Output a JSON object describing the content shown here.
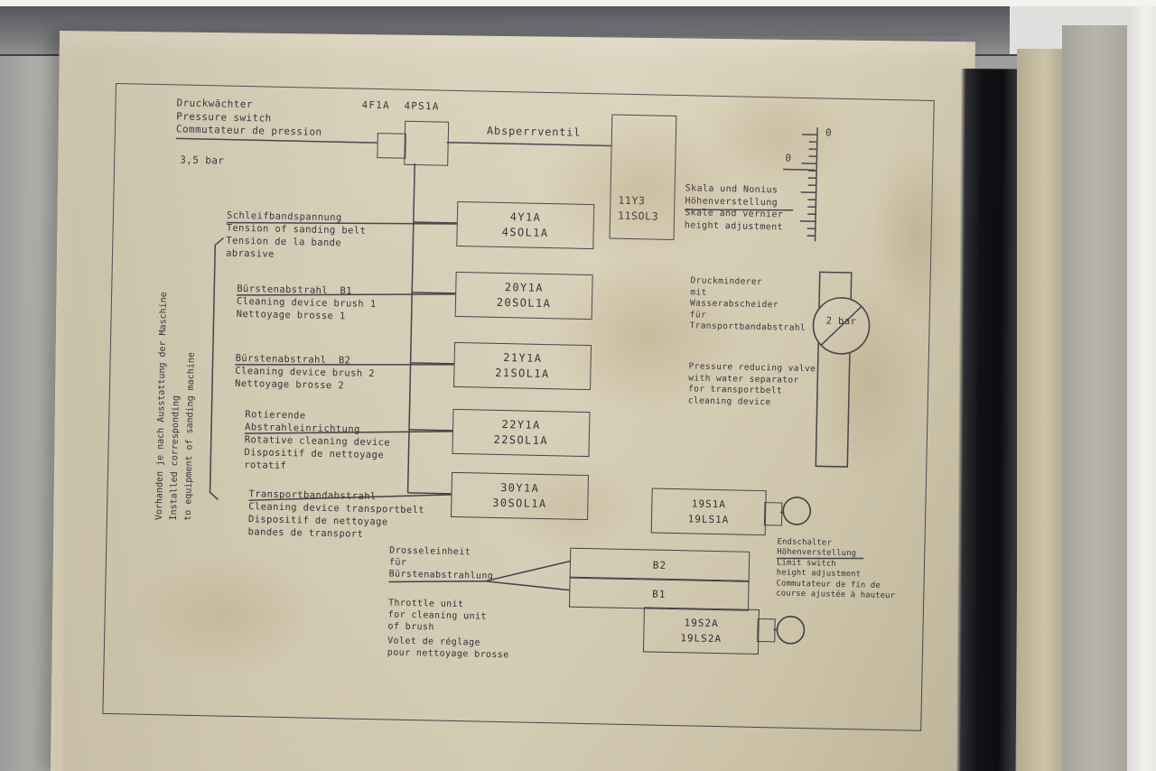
{
  "panel": {
    "pressure_switch": {
      "title": "Druckwächter\nPressure switch\nCommutateur de pression",
      "value": "3,5 bar",
      "refs": "4F1A  4PS1A"
    },
    "shutoff": {
      "label": "Absperrventil",
      "valve": "11Y3\n11SOL3"
    },
    "groups": [
      {
        "label": "Schleifbandspannung\nTension of sanding belt\nTension de la bande\nabrasive",
        "valve": "4Y1A\n4SOL1A"
      },
      {
        "label": "Bürstenabstrahl  B1\nCleaning device brush 1\nNettoyage brosse 1",
        "valve": "20Y1A\n20SOL1A"
      },
      {
        "label": "Bürstenabstrahl  B2\nCleaning device brush 2\nNettoyage brosse 2",
        "valve": "21Y1A\n21SOL1A"
      },
      {
        "label": "Rotierende\nAbstrahleinrichtung\nRotative cleaning device\nDispositif de nettoyage\nrotatif",
        "valve": "22Y1A\n22SOL1A"
      },
      {
        "label": "Transportbandabstrahl\nCleaning device transportbelt\nDispositif de nettoyage\nbandes de transport",
        "valve": "30Y1A\n30SOL1A"
      }
    ],
    "availability_note": "Vorhanden je nach Ausstattung der Maschine\nInstalled corresponding\nto equipment of sanding machine",
    "scale_note": "Skala und Nonius\nHöhenverstellung\nSkale and vernier\nheight adjustment",
    "scale_zero_top": "0",
    "scale_zero_side": "0",
    "reducer_note_de": "Druckminderer\nmit\nWasserabscheider\nfür\nTransportbandabstrahl",
    "reducer_note_en": "Pressure reducing valve\nwith water separator\nfor transportbelt\ncleaning device",
    "gauge_value": "2 bar",
    "limit_switch_top": "19S1A\n19LS1A",
    "limit_switch_bottom": "19S2A\n19LS2A",
    "limit_switch_note": "Endschalter\nHöhenverstellung\nLimit switch\nheight adjustment\nCommutateur de fin de\ncourse ajustée à hauteur",
    "throttle_note_de": "Drosseleinheit\nfür\nBürstenabstrahlung",
    "throttle_note_en": "Throttle unit\nfor cleaning unit\nof brush",
    "throttle_note_fr": "Volet de réglage\npour nettoyage brosse",
    "throttle_b2": "B2",
    "throttle_b1": "B1"
  }
}
